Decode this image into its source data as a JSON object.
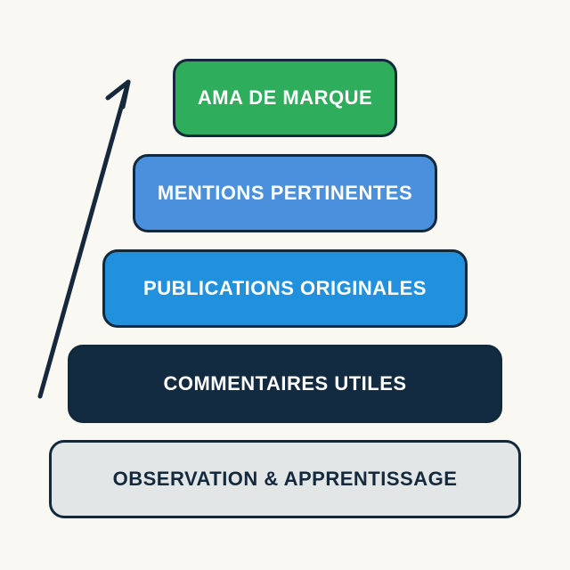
{
  "diagram": {
    "title": "engagement-pyramid",
    "background_color": "#faf8f2",
    "arrow": {
      "direction": "up",
      "color": "#16293c"
    },
    "levels": [
      {
        "label": "AMA DE MARQUE",
        "fill": "#2ead5c",
        "text_color": "#ffffff",
        "border_color": "#12293b"
      },
      {
        "label": "MENTIONS PERTINENTES",
        "fill": "#4a90dc",
        "text_color": "#ffffff",
        "border_color": "#12293b"
      },
      {
        "label": "PUBLICATIONS ORIGINALES",
        "fill": "#2191dd",
        "text_color": "#ffffff",
        "border_color": "#12293b"
      },
      {
        "label": "COMMENTAIRES UTILES",
        "fill": "#132b40",
        "text_color": "#ffffff",
        "border_color": "#12293b"
      },
      {
        "label": "OBSERVATION & APPRENTISSAGE",
        "fill": "#e2e6e7",
        "text_color": "#15293c",
        "border_color": "#12293b"
      }
    ]
  }
}
